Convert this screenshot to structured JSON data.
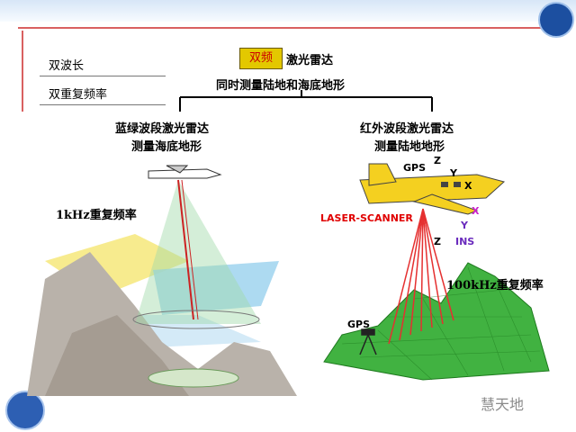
{
  "header": {
    "left_items": [
      "双波长",
      "双重复频率"
    ],
    "highlight": "双频",
    "title_suffix": "激光雷达",
    "subtitle": "同时测量陆地和海底地形"
  },
  "left_panel": {
    "title_line1": "蓝绿波段激光雷达",
    "title_line2": "测量海底地形",
    "rate": "1kHz重复频率"
  },
  "right_panel": {
    "title_line1": "红外波段激光雷达",
    "title_line2": "测量陆地地形",
    "rate": "100kHz重复频率",
    "scanner": "LASER-SCANNER",
    "gps_top": "GPS",
    "gps_ground": "GPS",
    "ins": "INS",
    "axes": [
      "Z",
      "Y",
      "X",
      "Z",
      "Y",
      "X"
    ]
  },
  "watermark": "慧天地",
  "colors": {
    "accent_red": "#e00000",
    "rule_red": "#d96060",
    "highlight_yellow": "#e3c800",
    "plane_yellow": "#f4d020",
    "terrain_green": "#41b241",
    "laser_red": "#e53030"
  }
}
